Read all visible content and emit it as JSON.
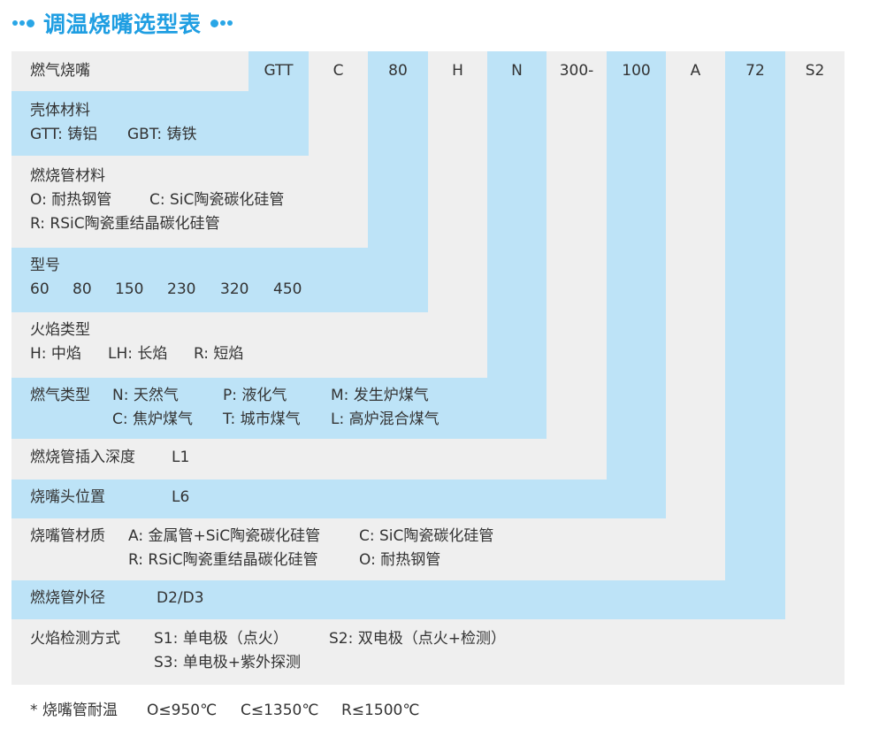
{
  "title": "调温烧嘴选型表",
  "colors": {
    "accent": "#1f9ee2",
    "blue_band": "#bde3f7",
    "gray_band": "#efefef"
  },
  "header": {
    "label": "燃气烧嘴",
    "codes": [
      "GTT",
      "C",
      "80",
      "H",
      "N",
      "300-",
      "100",
      "A",
      "72",
      "S2"
    ]
  },
  "rows": [
    {
      "title": "壳体材料",
      "items": [
        "GTT: 铸铝",
        "GBT: 铸铁"
      ]
    },
    {
      "title": "燃烧管材料",
      "line1": [
        "O: 耐热钢管",
        "C: SiC陶瓷碳化硅管"
      ],
      "line2": "R: RSiC陶瓷重结晶碳化硅管"
    },
    {
      "title": "型号",
      "items": [
        "60",
        "80",
        "150",
        "230",
        "320",
        "450"
      ]
    },
    {
      "title": "火焰类型",
      "items": [
        "H: 中焰",
        "LH: 长焰",
        "R: 短焰"
      ]
    },
    {
      "title": "燃气类型",
      "line1": [
        "N: 天然气",
        "P: 液化气",
        "M: 发生炉煤气"
      ],
      "line2": [
        "C: 焦炉煤气",
        "T: 城市煤气",
        "L: 高炉混合煤气"
      ]
    },
    {
      "title": "燃烧管插入深度",
      "value": "L1"
    },
    {
      "title": "烧嘴头位置",
      "value": "L6"
    },
    {
      "title": "烧嘴管材质",
      "line1": [
        "A: 金属管+SiC陶瓷碳化硅管",
        "C: SiC陶瓷碳化硅管"
      ],
      "line2": [
        "R: RSiC陶瓷重结晶碳化硅管",
        "O: 耐热钢管"
      ]
    },
    {
      "title": "燃烧管外径",
      "value": "D2/D3"
    },
    {
      "title": "火焰检测方式",
      "line1": [
        "S1: 单电极（点火）",
        "S2: 双电极（点火+检测）"
      ],
      "line2": "S3: 单电极+紫外探测"
    }
  ],
  "footnote": [
    "* 烧嘴管耐温",
    "O≤950℃",
    "C≤1350℃",
    "R≤1500℃"
  ]
}
